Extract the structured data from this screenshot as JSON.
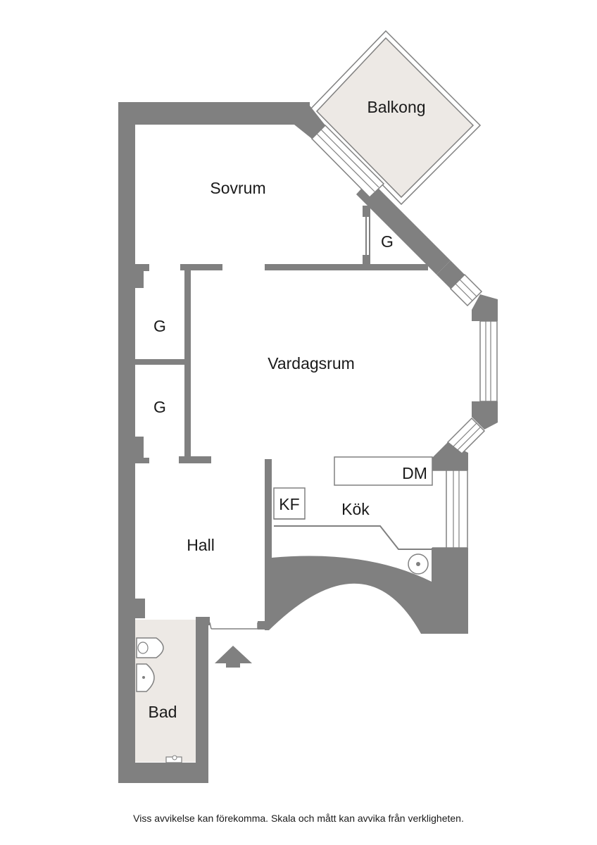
{
  "rooms": {
    "balcony": "Balkong",
    "bedroom": "Sovrum",
    "closet_bedroom": "G",
    "closet_upper": "G",
    "closet_lower": "G",
    "living_room": "Vardagsrum",
    "dishwasher": "DM",
    "fridge_freezer": "KF",
    "kitchen": "Kök",
    "hall": "Hall",
    "bathroom": "Bad"
  },
  "footer": {
    "disclaimer": "Viss avvikelse kan förekomma. Skala och mått kan avvika från verkligheten."
  },
  "colors": {
    "wall": "#808080",
    "wet_room": "#ede9e5",
    "balcony": "#ede9e5"
  }
}
